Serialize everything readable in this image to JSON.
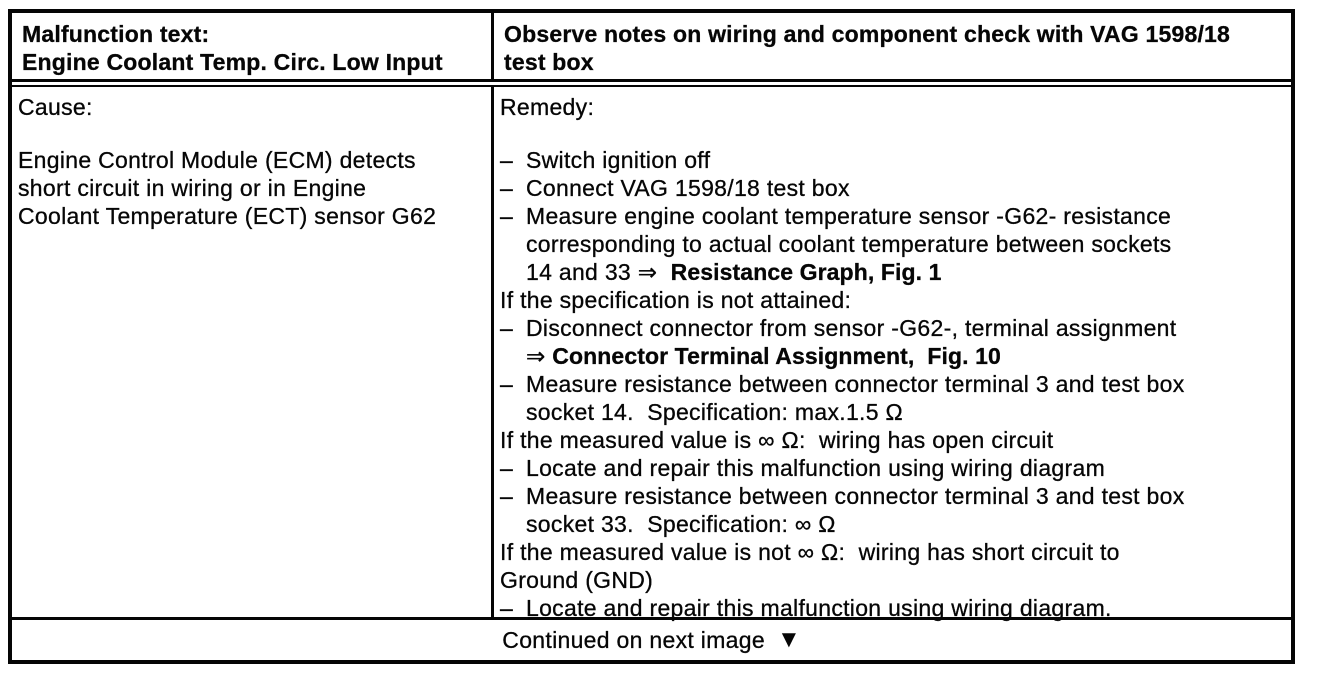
{
  "page": {
    "background": "#ffffff",
    "ink": "#060606"
  },
  "table": {
    "header": {
      "left": "Malfunction text:\nEngine Coolant Temp. Circ. Low Input",
      "right": "Observe notes on wiring and component check with VAG 1598/18\ntest box"
    },
    "cause": {
      "label": "Cause:",
      "body": "Engine Control Module (ECM) detects\nshort circuit in wiring or in Engine\nCoolant Temperature (ECT) sensor G62"
    },
    "remedy": {
      "label": "Remedy:",
      "items": [
        {
          "marker": "–",
          "segments": [
            {
              "t": "Switch ignition off"
            }
          ]
        },
        {
          "marker": "–",
          "segments": [
            {
              "t": "Connect VAG 1598/18 test box"
            }
          ]
        },
        {
          "marker": "–",
          "segments": [
            {
              "t": "Measure engine coolant temperature sensor -G62- resistance\ncorresponding to actual coolant temperature between sockets\n14 and 33 ⇒  "
            },
            {
              "t": "Resistance Graph, Fig. 1",
              "b": true
            }
          ]
        },
        {
          "marker": "",
          "segments": [
            {
              "t": "If the specification is not attained:"
            }
          ]
        },
        {
          "marker": "–",
          "segments": [
            {
              "t": "Disconnect connector from sensor -G62-, terminal assignment\n⇒ "
            },
            {
              "t": "Connector Terminal Assignment,  Fig. 10",
              "b": true
            }
          ]
        },
        {
          "marker": "–",
          "segments": [
            {
              "t": "Measure resistance between connector terminal 3 and test box\nsocket 14.  Specification: max.1.5 Ω"
            }
          ]
        },
        {
          "marker": "",
          "segments": [
            {
              "t": "If the measured value is ∞ Ω:  wiring has open circuit"
            }
          ]
        },
        {
          "marker": "–",
          "segments": [
            {
              "t": "Locate and repair this malfunction using wiring diagram"
            }
          ]
        },
        {
          "marker": "–",
          "segments": [
            {
              "t": "Measure resistance between connector terminal 3 and test box\nsocket 33.  Specification: ∞ Ω"
            }
          ]
        },
        {
          "marker": "",
          "segments": [
            {
              "t": "If the measured value is not ∞ Ω:  wiring has short circuit to\nGround (GND)"
            }
          ]
        },
        {
          "marker": "–",
          "segments": [
            {
              "t": "Locate and repair this malfunction using wiring diagram."
            }
          ]
        }
      ]
    },
    "footer": {
      "text": "Continued on next image",
      "arrow": "▼"
    }
  }
}
